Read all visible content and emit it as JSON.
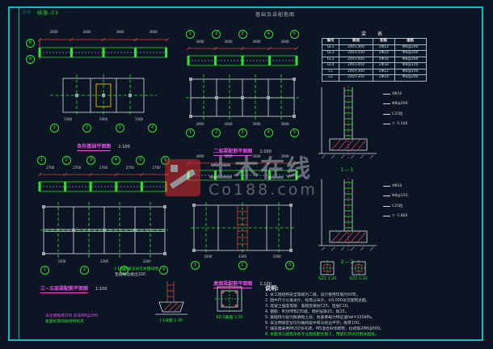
{
  "sheet": {
    "id_label": "结施-03",
    "top_label": "基础及梁配筋图",
    "corner_marks": "◇◇"
  },
  "watermark": {
    "brand": "土木在线",
    "domain": "Co188.com"
  },
  "blocks": {
    "b1": {
      "dims": [
        "3000",
        "3000",
        "3000",
        "3000"
      ],
      "side_axes": [
        "B",
        "A"
      ]
    },
    "b2": {
      "dims": [
        "1500",
        "3000",
        "1500"
      ],
      "axes": [
        "1",
        "2",
        "3",
        "4"
      ],
      "title": "条形基础平面图",
      "scale": "1:100"
    },
    "b3": {
      "axes": [
        "1",
        "2",
        "3",
        "4",
        "5"
      ],
      "dims": [
        "3000",
        "3000",
        "3000",
        "3000"
      ]
    },
    "b4": {
      "dims": [
        "3000",
        "3000",
        "3000",
        "3000"
      ],
      "axes": [
        "1",
        "2",
        "3",
        "4",
        "5"
      ],
      "title": "二层梁配筋平面图",
      "scale": "1:100"
    },
    "b5": {
      "axes": [
        "1",
        "2",
        "3",
        "4",
        "5",
        "6"
      ],
      "dims": [
        "2700",
        "2700",
        "2700",
        "2700",
        "2700"
      ]
    },
    "b6": {
      "dims": [
        "3300",
        "3300",
        "3300"
      ],
      "axes": [
        "1",
        "2",
        "3",
        "4"
      ],
      "title": "三~五层梁配筋平面图",
      "scale": "1:100"
    },
    "b7": {
      "dims": [
        "3000",
        "3000",
        "3000",
        "3000"
      ],
      "axes": [
        "1",
        "2",
        "3",
        "4",
        "5"
      ]
    },
    "b8": {
      "dims": [
        "3300",
        "3300",
        "3300"
      ],
      "axes": [
        "1",
        "2",
        "3"
      ],
      "title": "屋面梁配筋平面图",
      "scale": "1:100"
    },
    "s1": {
      "label": "1—1",
      "callouts": [
        "4Φ16",
        "Φ8@200",
        "C25砼",
        "▽ -1.500"
      ]
    },
    "s2": {
      "label": "2—2",
      "callouts": [
        "4Φ18",
        "Φ8@150",
        "C25砼",
        "▽ -1.800"
      ]
    },
    "d1": {
      "title": "J-1详图",
      "scale": "1:30"
    },
    "d2": {
      "title": "KZ-1截面",
      "scale": "1:20"
    },
    "d3": {
      "items": [
        {
          "label": "GZ1 1:20"
        },
        {
          "label": "GZ2 1:20"
        }
      ]
    }
  },
  "table": {
    "caption": "梁  表",
    "headers": [
      "编号",
      "截面",
      "配筋",
      "箍筋"
    ],
    "rows": [
      {
        "c1": "GL1",
        "c2": "240×300",
        "c3": "2Φ12",
        "c4": "Φ6@200"
      },
      {
        "c1": "GL2",
        "c2": "240×350",
        "c3": "2Φ14",
        "c4": "Φ6@200"
      },
      {
        "c1": "GL3",
        "c2": "240×400",
        "c3": "2Φ16",
        "c4": "Φ8@200"
      },
      {
        "c1": "GL4",
        "c2": "240×450",
        "c3": "2Φ18",
        "c4": "Φ8@150"
      },
      {
        "c1": "L1",
        "c2": "240×300",
        "c3": "2Φ12",
        "c4": "Φ6@200"
      },
      {
        "c1": "L2",
        "c2": "240×350",
        "c3": "2Φ14",
        "c4": "Φ6@200"
      }
    ]
  },
  "mini_left": {
    "line1": "未注明板厚100 双向Φ8@200",
    "line2": "板面标高同层结构标高"
  },
  "mini_mid": {
    "line1": "J-1基础做法详见本图详图",
    "line2": "垫层每边挑出100"
  },
  "notes": {
    "title": "说明:",
    "lines": [
      "1. 本工程结构安全等级为二级，设计使用年限为50年。",
      "2. 图中尺寸以毫米计，标高以米计，±0.000详见建筑总图。",
      "3. 混凝土强度等级：基础及梁柱C25，垫层C10。",
      "4. 钢筋：Φ为HPB235级，保护层梁25、板15。",
      "5. 基础持力层为粉质粘土层，地基承载力特征值fak=150kPa。",
      "6. 未注明梁定位均为轴线居中或与柱边平齐；板厚100。",
      "7. 填充墙采用MU10多孔砖、M5混合砂浆砌筑，拉结筋2Φ6@500。"
    ],
    "highlight": "8. 本图须与建施及各专业图纸配合施工，预留孔洞详见相关图纸。"
  }
}
